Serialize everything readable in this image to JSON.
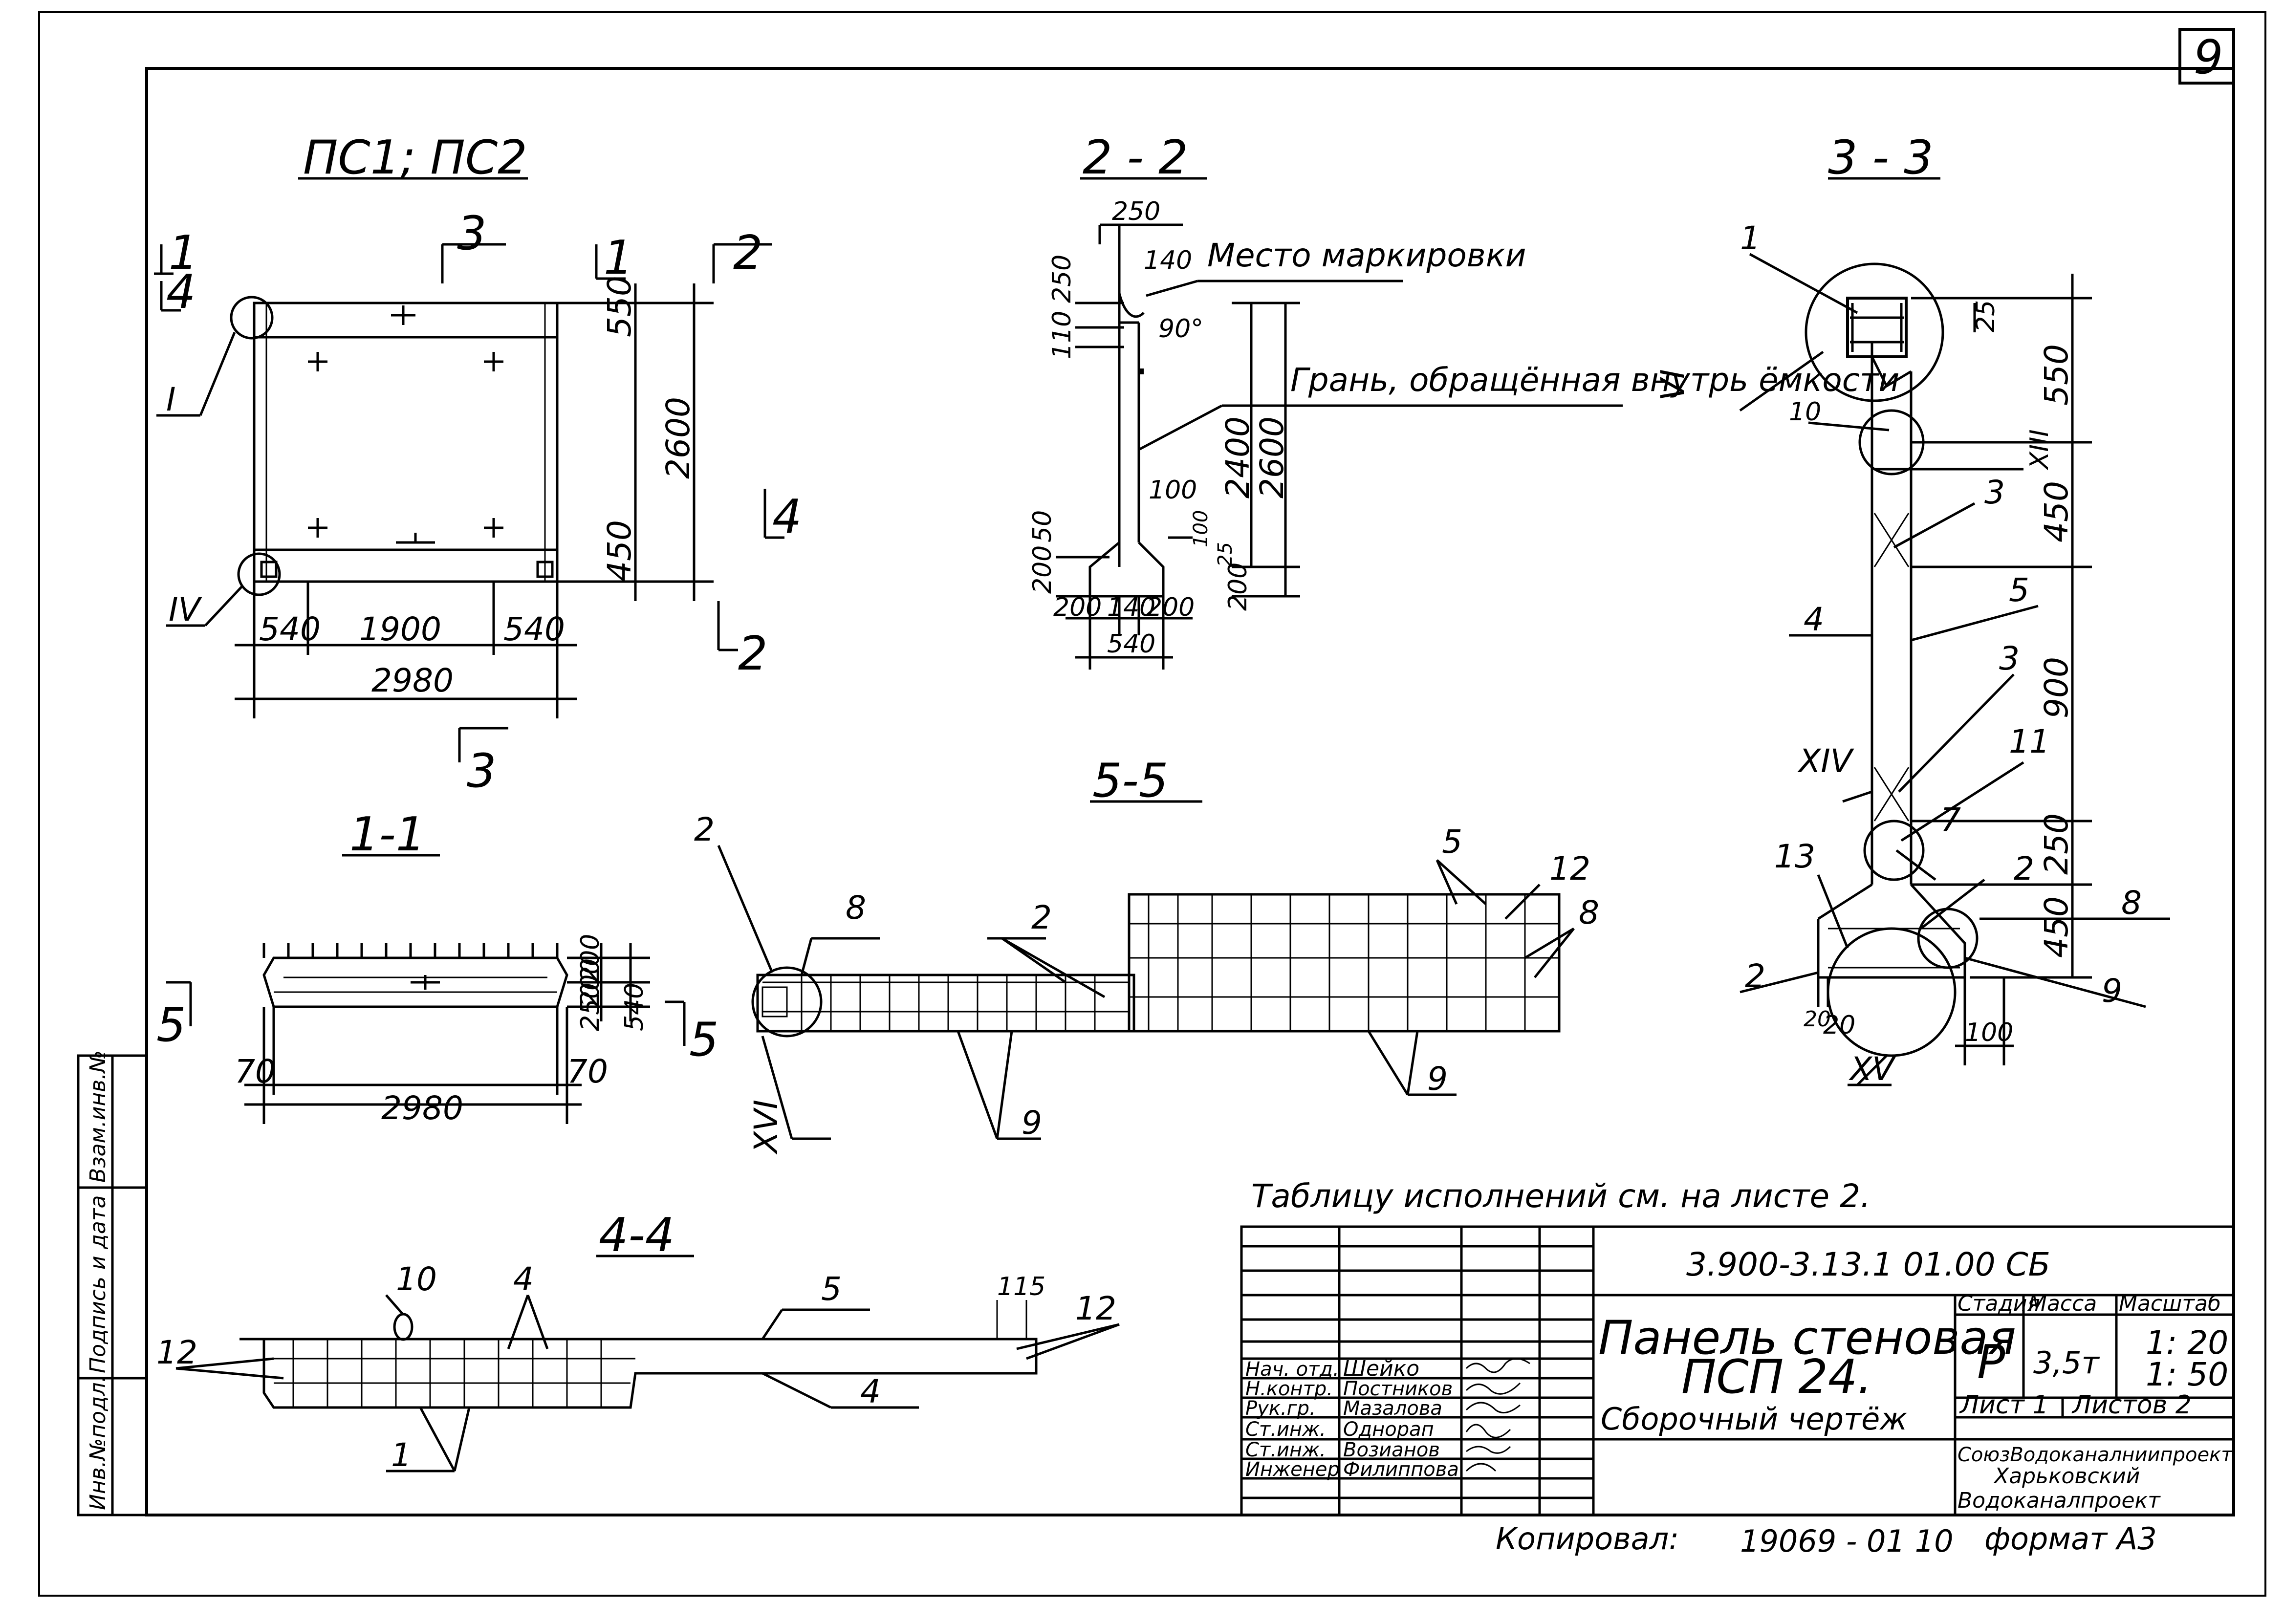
{
  "sheet_number": "9",
  "views": {
    "pc": {
      "title": "ПС1; ПС2",
      "dims": [
        "540",
        "1900",
        "540",
        "2980",
        "550",
        "2600",
        "450"
      ],
      "section_marks": [
        "1",
        "4",
        "3",
        "1",
        "2",
        "4",
        "2",
        "3"
      ],
      "nodes": [
        "I",
        "IV"
      ]
    },
    "s22": {
      "title": "2 - 2",
      "note_mark": "Место маркировки",
      "note_face": "Грань, обращённая внутрь ёмкости",
      "angle": "90°",
      "dims": [
        "250",
        "140",
        "250",
        "110",
        "100",
        "2400",
        "2600",
        "50",
        "200",
        "100",
        "25",
        "200",
        "200",
        "140",
        "200",
        "540"
      ]
    },
    "s33": {
      "title": "3 - 3",
      "dims": [
        "25",
        "550",
        "450",
        "900",
        "250",
        "450",
        "20",
        "20",
        "100"
      ],
      "callouts": [
        "1",
        "10",
        "3",
        "5",
        "4",
        "3",
        "11",
        "7",
        "2",
        "8",
        "9",
        "2",
        "13"
      ],
      "nodes": [
        "VI",
        "XIII",
        "XIV",
        "XV"
      ]
    },
    "s11": {
      "title": "1-1",
      "dims": [
        "200",
        "200",
        "250",
        "540",
        "70",
        "70",
        "2980"
      ],
      "marks": [
        "5",
        "5"
      ]
    },
    "s55": {
      "title": "5-5",
      "callouts": [
        "2",
        "8",
        "2",
        "5",
        "12",
        "8",
        "9",
        "9"
      ],
      "nodes": [
        "XVI"
      ]
    },
    "s44": {
      "title": "4-4",
      "callouts": [
        "10",
        "4",
        "5",
        "115",
        "12",
        "12",
        "4",
        "1"
      ]
    }
  },
  "table_note": "Таблицу исполнений см. на листе 2.",
  "side_stamp": [
    "Инв.№подл.",
    "Подпись и дата",
    "Взам.инв.№"
  ],
  "title_block": {
    "code": "3.900-3.13.1  01.00 СБ",
    "name_lines": [
      "Панель стеновая",
      "ПСП 24.",
      "Сборочный чертёж"
    ],
    "stage_label": "Стадия",
    "mass_label": "Масса",
    "scale_label": "Масштаб",
    "stage": "Р",
    "mass": "3,5т",
    "scale_1": "1: 20",
    "scale_2": "1: 50",
    "sheet": "Лист 1",
    "sheets": "Листов 2",
    "org_lines": [
      "СоюзВодоканалниипроект",
      "Харьковский",
      "Водоканалпроект"
    ],
    "people": [
      {
        "role": "Нач. отд.",
        "name": "Шейко"
      },
      {
        "role": "Н.контр.",
        "name": "Постников"
      },
      {
        "role": "Рук.гр.",
        "name": "Мазалова"
      },
      {
        "role": "Ст.инж.",
        "name": "Однорап"
      },
      {
        "role": "Ст.инж.",
        "name": "Возианов"
      },
      {
        "role": "Инженер",
        "name": "Филиппова"
      }
    ]
  },
  "footer": {
    "copied_label": "Копировал:",
    "number": "19069 - 01  10",
    "format": "формат А3"
  }
}
